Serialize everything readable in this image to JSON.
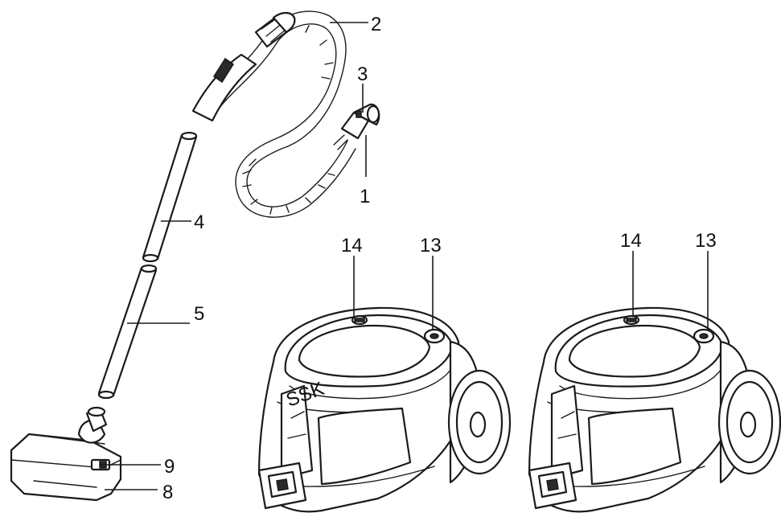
{
  "callouts": {
    "c1": "1",
    "c2": "2",
    "c3": "3",
    "c4": "4",
    "c5": "5",
    "c8": "8",
    "c9": "9",
    "c13_left": "13",
    "c14_left": "14",
    "c13_right": "13",
    "c14_right": "14"
  },
  "logo": "SSK",
  "colors": {
    "line": "#1b1b1b",
    "background": "#ffffff"
  }
}
